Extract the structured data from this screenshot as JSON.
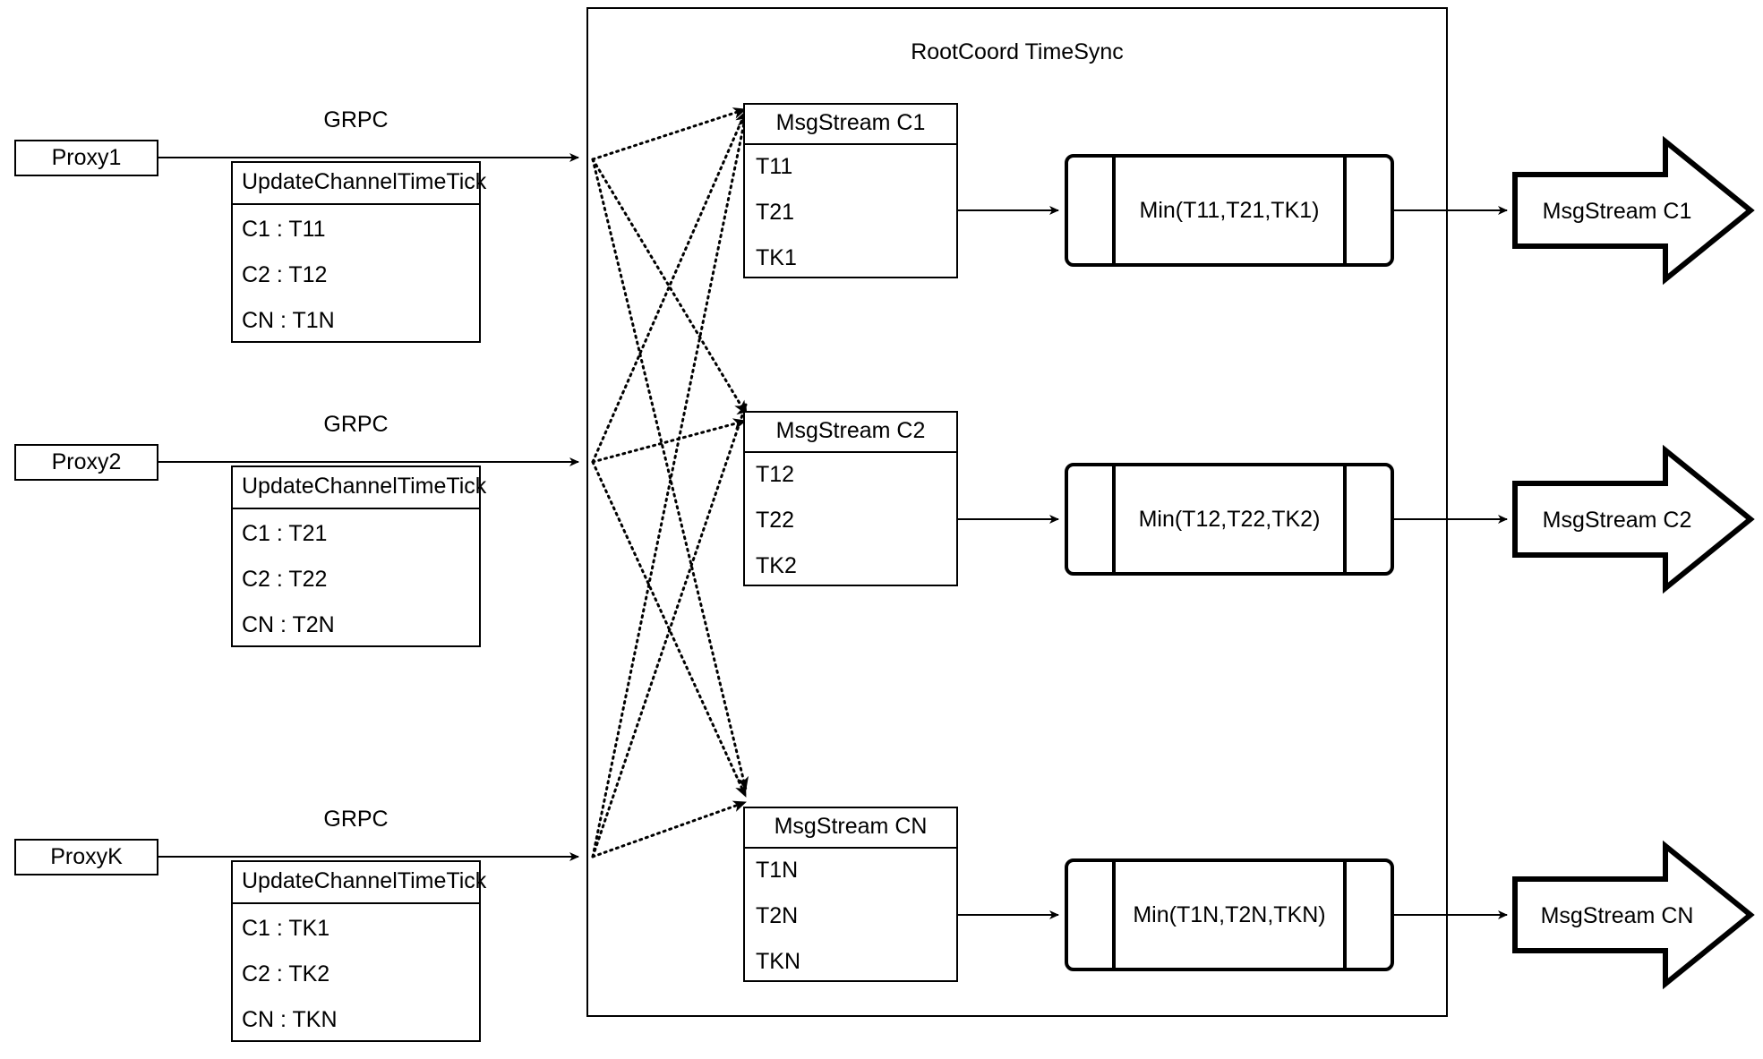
{
  "diagram": {
    "title": "RootCoord TimeSync",
    "link_label": "GRPC",
    "request_title": "UpdateChannelTimeTick"
  },
  "proxies": [
    {
      "name": "Proxy1",
      "link_label": "GRPC",
      "request_title": "UpdateChannelTimeTick",
      "rows": [
        "C1 :  T11",
        "C2 :  T12",
        "CN : T1N"
      ]
    },
    {
      "name": "Proxy2",
      "link_label": "GRPC",
      "request_title": "UpdateChannelTimeTick",
      "rows": [
        "C1 :  T21",
        "C2 :  T22",
        "CN : T2N"
      ]
    },
    {
      "name": "ProxyK",
      "link_label": "GRPC",
      "request_title": "UpdateChannelTimeTick",
      "rows": [
        "C1 :  TK1",
        "C2 :  TK2",
        "CN : TKN"
      ]
    }
  ],
  "channels": [
    {
      "msgstream_title": "MsgStream C1",
      "ticks": [
        "T11",
        "T21",
        "TK1"
      ],
      "min_label": "Min(T11,T21,TK1)",
      "output_label": "MsgStream C1"
    },
    {
      "msgstream_title": "MsgStream C2",
      "ticks": [
        "T12",
        "T22",
        "TK2"
      ],
      "min_label": "Min(T12,T22,TK2)",
      "output_label": "MsgStream C2"
    },
    {
      "msgstream_title": "MsgStream CN",
      "ticks": [
        "T1N",
        "T2N",
        "TKN"
      ],
      "min_label": "Min(T1N,T2N,TKN)",
      "output_label": "MsgStream CN"
    }
  ],
  "colors": {
    "stroke": "#000000",
    "background": "#ffffff"
  }
}
